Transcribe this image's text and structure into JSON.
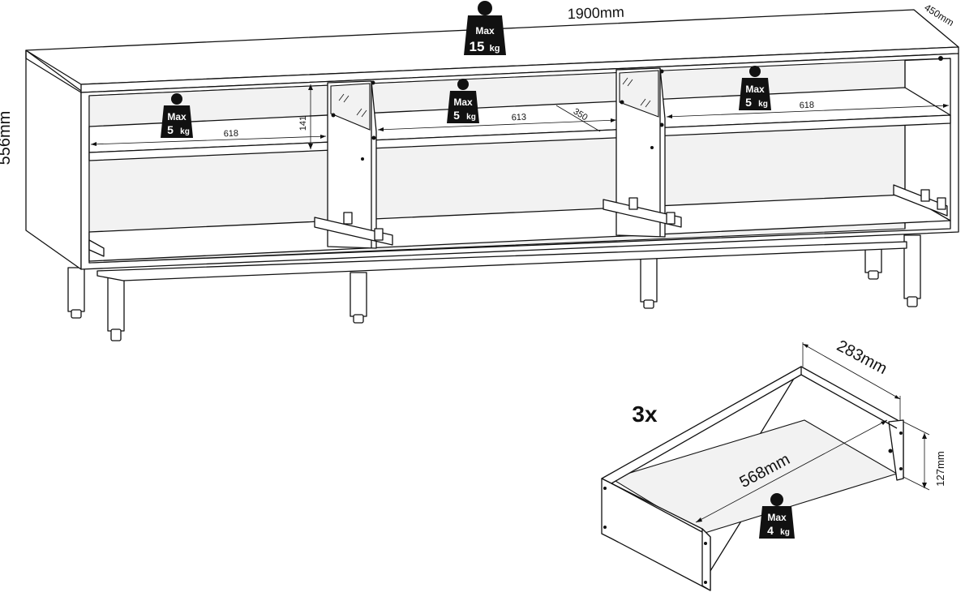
{
  "main_dimensions": {
    "width": "1900mm",
    "depth": "450mm",
    "height": "556mm"
  },
  "compartment_dimensions": {
    "left_width": "618",
    "middle_width": "613",
    "right_width": "618",
    "opening_height": "141",
    "shelf_depth": "350"
  },
  "load_limits": {
    "max_label": "Max",
    "top_value": "15",
    "top_unit": "kg",
    "left_shelf_value": "5",
    "left_shelf_unit": "kg",
    "middle_shelf_value": "5",
    "middle_shelf_unit": "kg",
    "right_shelf_value": "5",
    "right_shelf_unit": "kg",
    "drawer_value": "4",
    "drawer_unit": "kg"
  },
  "drawer": {
    "quantity": "3x",
    "depth": "568mm",
    "width": "283mm",
    "height": "127mm"
  }
}
